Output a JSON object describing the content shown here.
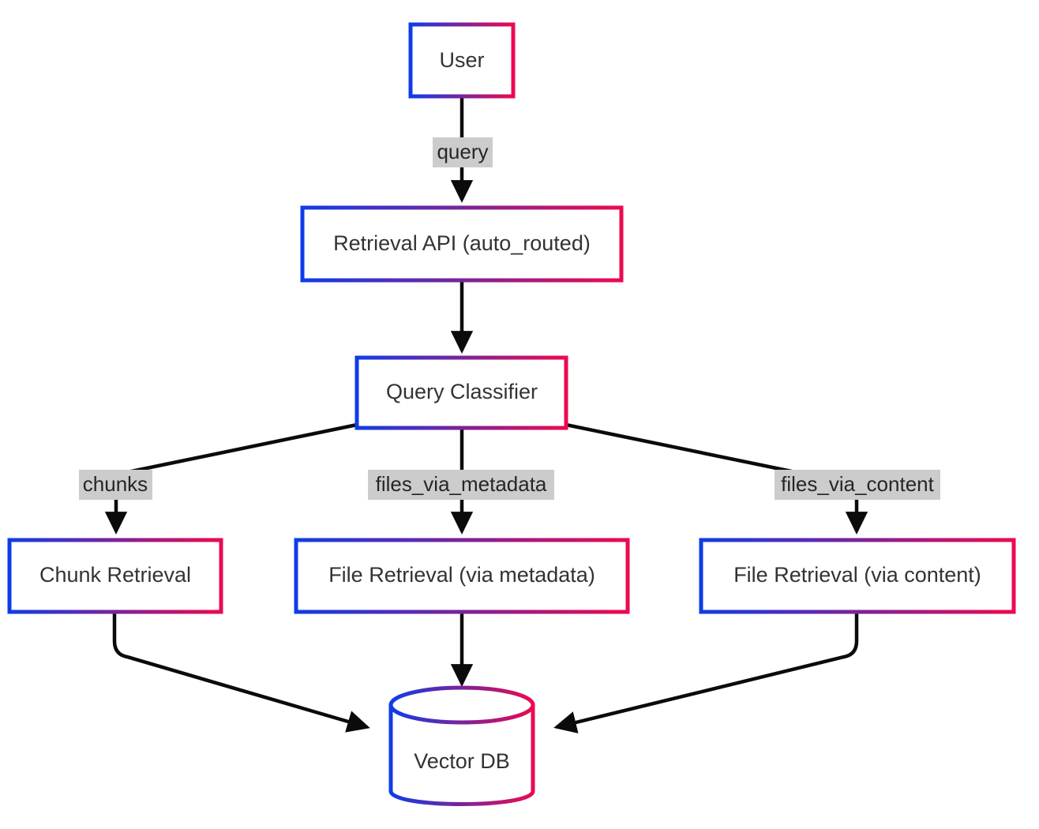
{
  "diagram": {
    "type": "flowchart",
    "direction": "top-down",
    "background_color": "#ffffff",
    "node_stroke_gradient": {
      "from": "#0f3ce8",
      "to": "#ec0a50"
    },
    "node_fill": "#ffffff",
    "node_text_color": "#333333",
    "edge_color": "#0b0b0b",
    "edge_label_bg": "#cccccc",
    "edge_label_text_color": "#262626",
    "nodes": [
      {
        "id": "user",
        "label": "User",
        "shape": "rect"
      },
      {
        "id": "retrieval_api",
        "label": "Retrieval API (auto_routed)",
        "shape": "rect"
      },
      {
        "id": "query_classifier",
        "label": "Query Classifier",
        "shape": "rect"
      },
      {
        "id": "chunk_retrieval",
        "label": "Chunk Retrieval",
        "shape": "rect"
      },
      {
        "id": "file_retrieval_metadata",
        "label": "File Retrieval (via metadata)",
        "shape": "rect"
      },
      {
        "id": "file_retrieval_content",
        "label": "File Retrieval (via content)",
        "shape": "rect"
      },
      {
        "id": "vector_db",
        "label": "Vector DB",
        "shape": "cylinder"
      }
    ],
    "edges": [
      {
        "from": "user",
        "to": "retrieval_api",
        "label": "query"
      },
      {
        "from": "retrieval_api",
        "to": "query_classifier",
        "label": ""
      },
      {
        "from": "query_classifier",
        "to": "chunk_retrieval",
        "label": "chunks"
      },
      {
        "from": "query_classifier",
        "to": "file_retrieval_metadata",
        "label": "files_via_metadata"
      },
      {
        "from": "query_classifier",
        "to": "file_retrieval_content",
        "label": "files_via_content"
      },
      {
        "from": "chunk_retrieval",
        "to": "vector_db",
        "label": ""
      },
      {
        "from": "file_retrieval_metadata",
        "to": "vector_db",
        "label": ""
      },
      {
        "from": "file_retrieval_content",
        "to": "vector_db",
        "label": ""
      }
    ]
  }
}
